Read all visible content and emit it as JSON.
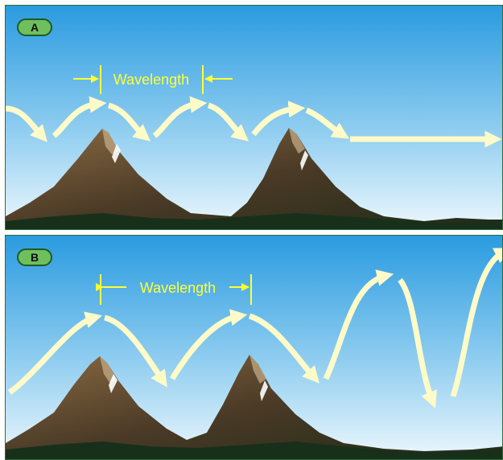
{
  "panels": [
    {
      "id": "A",
      "label": "A",
      "wavelength_label": "Wavelength"
    },
    {
      "id": "B",
      "label": "B",
      "wavelength_label": "Wavelength"
    }
  ],
  "colors": {
    "sky_top": "#2a9be0",
    "sky_bottom": "#e8f6fd",
    "wave": "#fffbc8",
    "wavelength_marker": "#ffff33",
    "badge_fill": "#6fbf5e",
    "mountain": "#4a3a26",
    "ground": "#18301a"
  }
}
